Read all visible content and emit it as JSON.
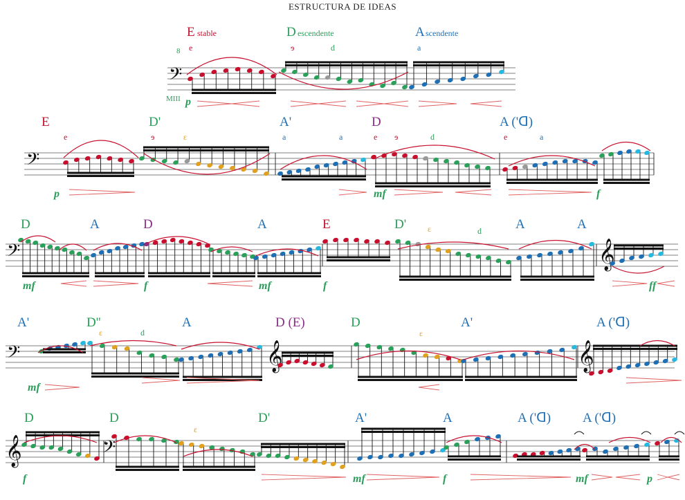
{
  "title": "ESTRUCTURA DE IDEAS",
  "colors": {
    "E": "#c8102e",
    "D": "#2ba05a",
    "A": "#1f6fb5",
    "purple": "#8a2e8a",
    "orange": "#e0a020",
    "gray": "#999999",
    "cyan": "#27b8e0",
    "dynamics": "#2a9d5a",
    "hairpin": "#e06060",
    "slur": "#c8102e"
  },
  "legend": {
    "estable_initial": "E",
    "estable_rest": "stable",
    "descendente_initial": "D",
    "descendente_rest": "escendente",
    "ascendente_initial": "A",
    "ascendente_rest": "scendente"
  },
  "system1": {
    "octave_mark": "8",
    "string_mark": "MIII",
    "letters": [
      "e",
      "ɘ",
      "d",
      "a"
    ],
    "dynamics": [
      "p"
    ]
  },
  "system2": {
    "labels": [
      "E",
      "D'",
      "A'",
      "D",
      "A ('ᗡ)"
    ],
    "letters": [
      "e",
      "ɘ",
      "ɛ",
      "a",
      "a",
      "e",
      "ɘ",
      "d",
      "e",
      "a"
    ],
    "dynamics": [
      "p",
      "mf",
      "f"
    ]
  },
  "system3": {
    "labels": [
      "D",
      "A",
      "D",
      "A",
      "E",
      "D'",
      "A",
      "A"
    ],
    "letters": [
      "ɛ",
      "d"
    ],
    "dynamics": [
      "mf",
      "f",
      "mf",
      "f",
      "ff"
    ]
  },
  "system4": {
    "labels": [
      "A'",
      "D''",
      "A",
      "D (E)",
      "D",
      "A'",
      "A ('ᗡ)"
    ],
    "letters": [
      "ɛ",
      "d",
      "ɛ"
    ],
    "dynamics": [
      "mf"
    ]
  },
  "system5": {
    "labels": [
      "D",
      "D",
      "D'",
      "A'",
      "A",
      "A ('ᗡ)",
      "A ('ᗡ)"
    ],
    "letters": [
      "ɛ"
    ],
    "dynamics": [
      "f",
      "mf",
      "f",
      "mf",
      "p"
    ]
  }
}
